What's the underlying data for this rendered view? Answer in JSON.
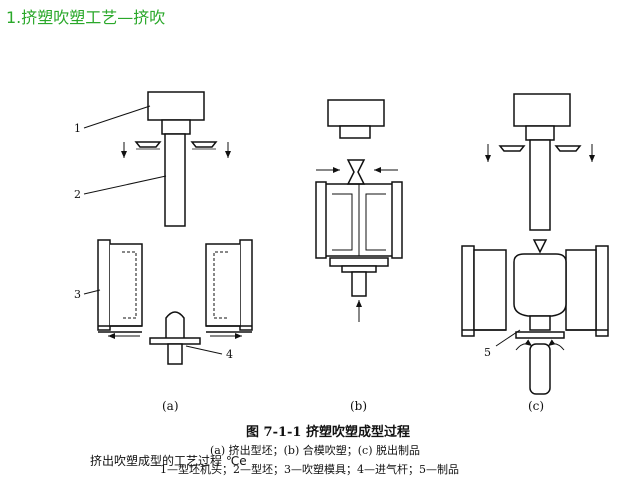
{
  "header": {
    "title": "1.挤塑吹塑工艺—挤吹"
  },
  "figure": {
    "part_numbers": [
      "1",
      "2",
      "3",
      "4",
      "5"
    ],
    "panels": [
      "(a)",
      "(b)",
      "(c)"
    ],
    "caption_title": "图 7-1-1    挤塑吹塑成型过程",
    "caption_sub": "(a) 挤出型坯；(b) 合模吹塑；(c) 脱出制品",
    "legend": "1—型坯机头；2—型坯；3—吹塑模具；4—进气杆；5—制品"
  },
  "overlay_text": "挤出吹塑成型的工艺过程 ℃e"
}
